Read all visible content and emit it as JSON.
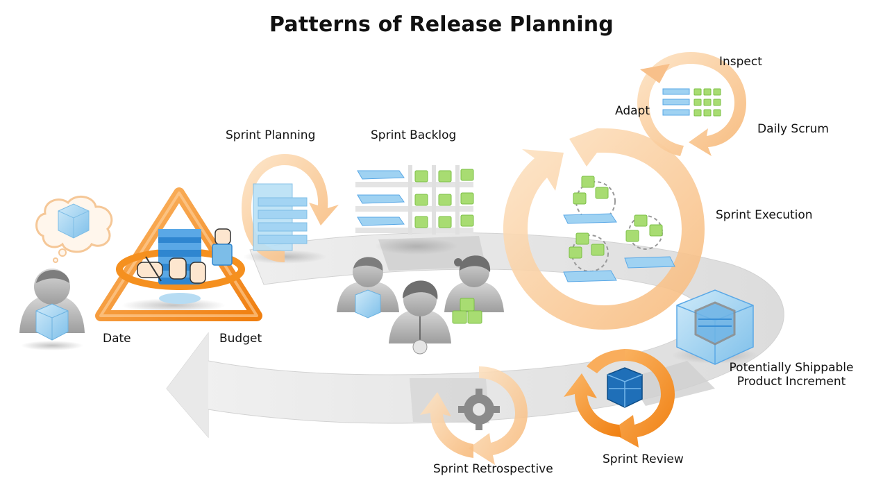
{
  "title": "Patterns of Release Planning",
  "labels": {
    "inspect": "Inspect",
    "adapt": "Adapt",
    "daily_scrum": "Daily Scrum",
    "sprint_planning": "Sprint Planning",
    "sprint_backlog": "Sprint Backlog",
    "sprint_execution": "Sprint Execution",
    "date": "Date",
    "budget": "Budget",
    "potentially_shippable_line1": "Potentially Shippable",
    "potentially_shippable_line2": "Product Increment",
    "sprint_retrospective": "Sprint Retrospective",
    "sprint_review": "Sprint Review"
  },
  "colors": {
    "orange": "#f5901f",
    "light_orange": "#f9c78f",
    "pale_orange": "#fde2c2",
    "blue": "#3a8fd6",
    "light_blue": "#a9d6f2",
    "green": "#9ed36a",
    "gray_flow": "#e6e6e6",
    "person_gray": "#b5b5b5"
  }
}
